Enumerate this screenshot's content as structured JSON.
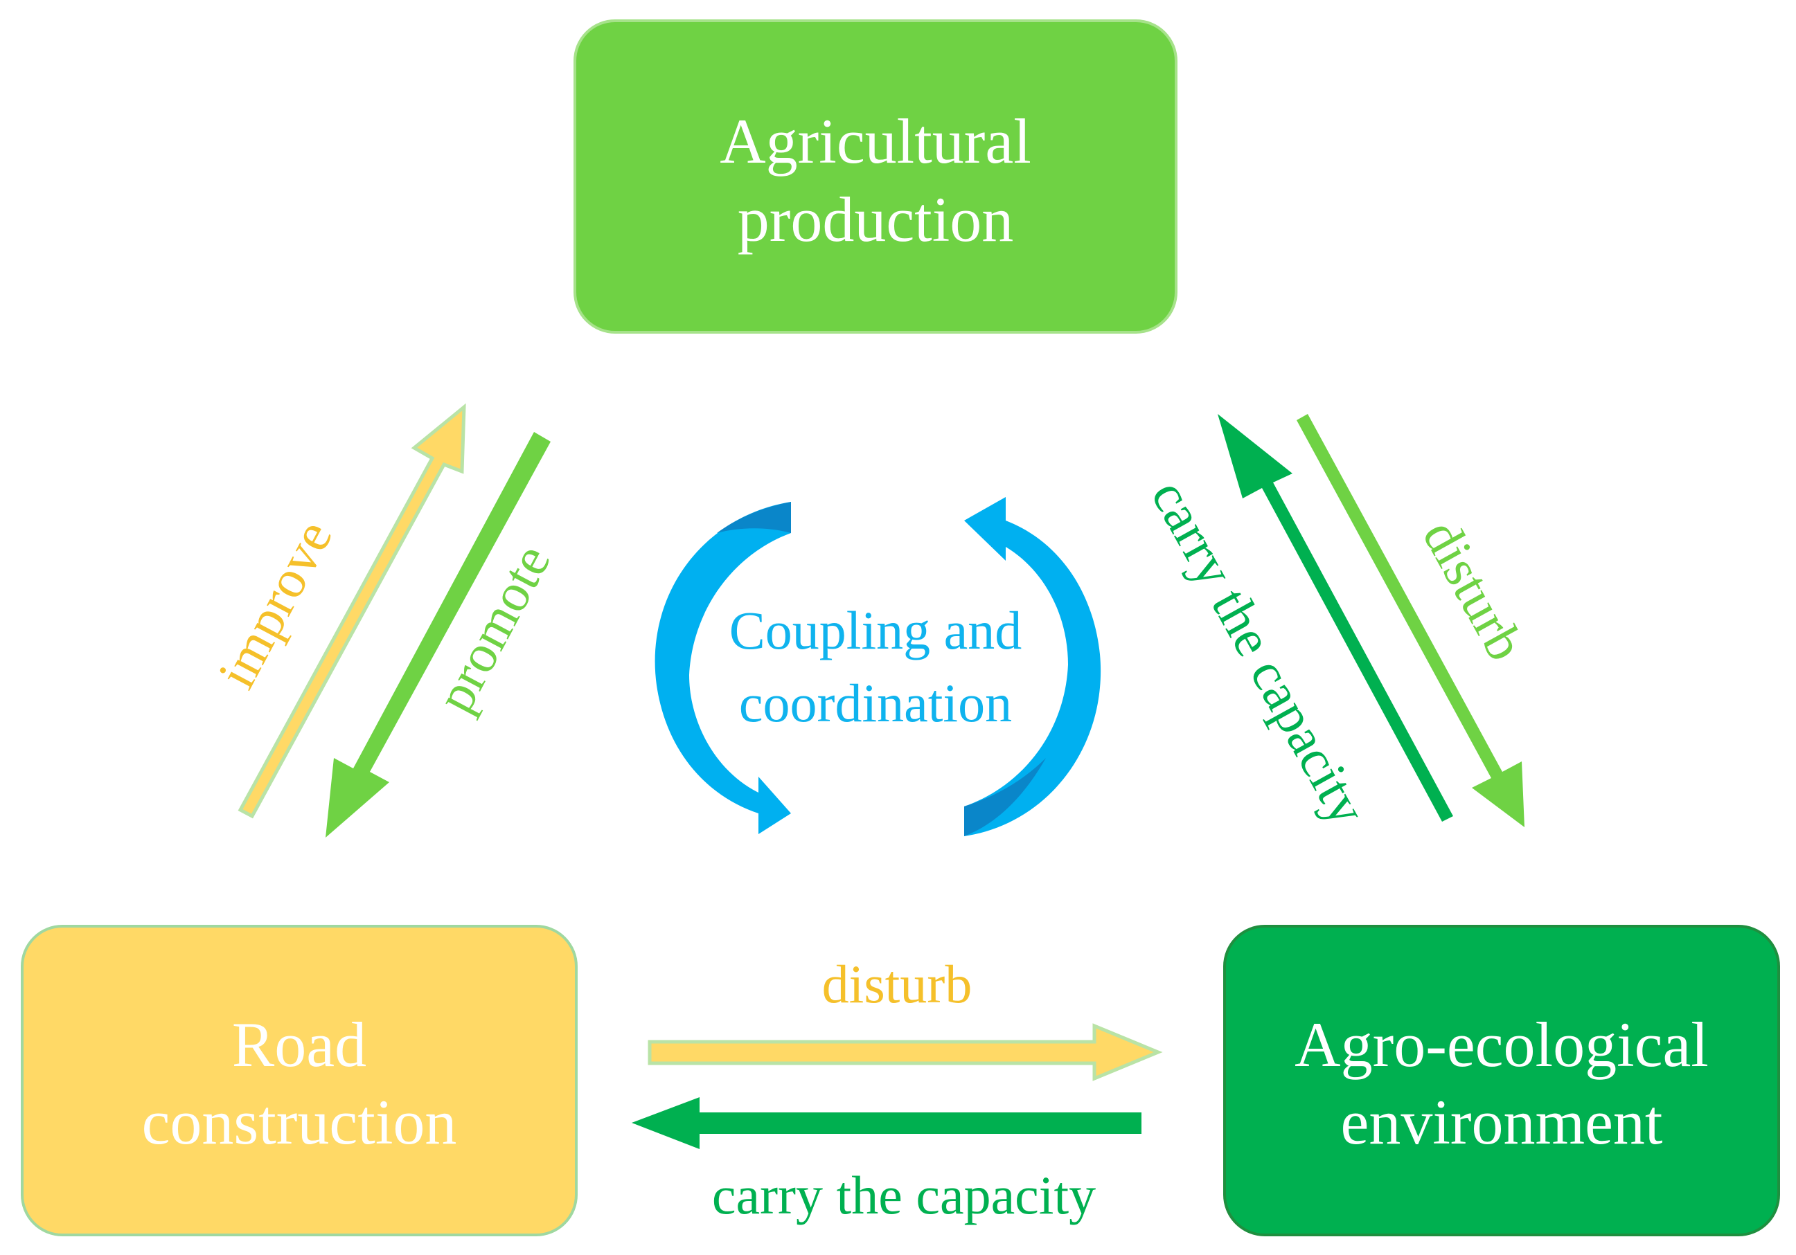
{
  "colors": {
    "agri_box": "#6fd244",
    "agri_box_border": "#a6e28a",
    "road_box": "#ffd966",
    "road_box_border": "#9fd8a0",
    "eco_box": "#00b050",
    "eco_box_border": "#1f8f3f",
    "yellow_arrow": "#ffd966",
    "yellow_arrow_edge": "#b9e3a6",
    "green_light": "#6fd244",
    "green_dark": "#00b050",
    "blue_light": "#00b0f0",
    "blue_dark": "#0a86c9",
    "text_yellow": "#f5c02a",
    "text_green_light": "#6fd244",
    "text_green_dark": "#00b050",
    "text_blue": "#0fb3ee"
  },
  "boxes": {
    "agricultural_production": {
      "line1": "Agricultural",
      "line2": "production"
    },
    "road_construction": {
      "line1": "Road",
      "line2": "construction"
    },
    "agro_ecological_environment": {
      "line1": "Agro-ecological",
      "line2": "environment"
    }
  },
  "center": {
    "line1": "Coupling and",
    "line2": "coordination"
  },
  "labels": {
    "improve": "improve",
    "promote": "promote",
    "carry_capacity_right": "carry the capacity",
    "disturb_right": "disturb",
    "disturb_bottom": "disturb",
    "carry_capacity_bottom": "carry the capacity"
  }
}
